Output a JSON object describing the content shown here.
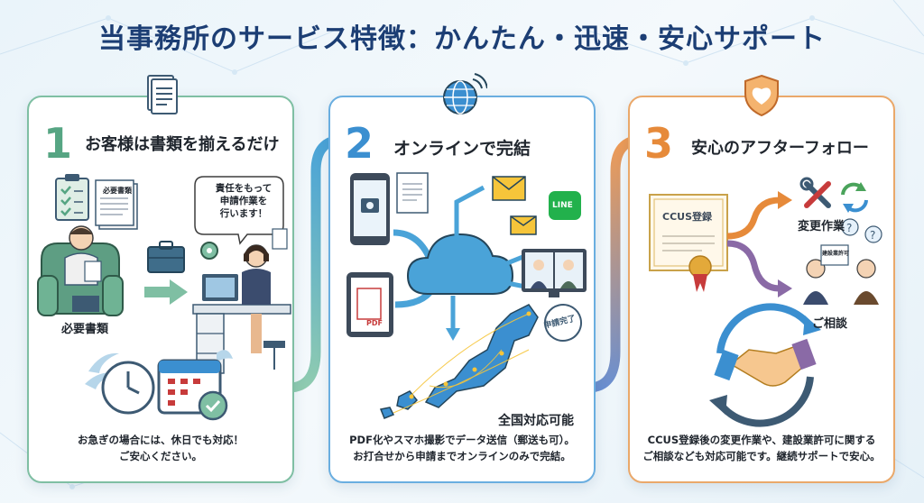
{
  "page": {
    "title": "当事務所のサービス特徴：かんたん・迅速・安心サポート"
  },
  "steps": [
    {
      "number": "1",
      "title": "お客様は書類を揃えるだけ",
      "labels": {
        "doc_tag": "必要書類",
        "person_label": "必要書類",
        "bubble_line1": "責任をもって",
        "bubble_line2": "申請作業を",
        "bubble_line3": "行います！"
      },
      "footer": [
        "お急ぎの場合には、休日でも対応！",
        "ご安心ください。"
      ]
    },
    {
      "number": "2",
      "title": "オンラインで完結",
      "labels": {
        "pdf_tag": "PDF",
        "line_tag": "LINE",
        "stamp": "申請完了",
        "nationwide": "全国対応可能"
      },
      "footer": [
        "PDF化やスマホ撮影でデータ送信（郵送も可）。",
        "お打合せから申請までオンラインのみで完結。"
      ]
    },
    {
      "number": "3",
      "title": "安心のアフターフォロー",
      "labels": {
        "certificate": "CCUS登録",
        "change_work": "変更作業",
        "consult_doc": "建設業許可",
        "consult": "ご相談"
      },
      "footer": [
        "CCUS登録後の変更作業や、建設業許可に関する",
        "ご相談なども対応可能です。継続サポートで安心。"
      ]
    }
  ],
  "colors": {
    "title": "#1c3e74",
    "green": "#56a583",
    "blue": "#3b8fd0",
    "orange": "#e68a3a"
  }
}
